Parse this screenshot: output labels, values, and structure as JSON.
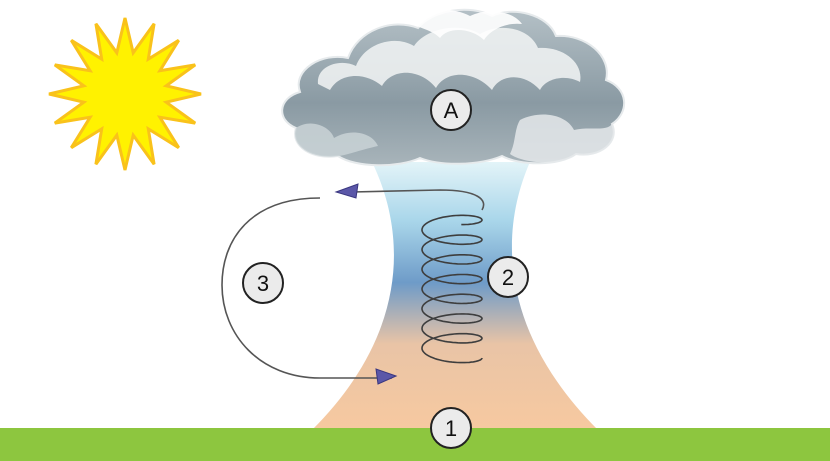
{
  "markers": {
    "cloud": "A",
    "ground": "1",
    "column": "2",
    "loop": "3"
  },
  "icons": [
    "sun-icon",
    "cloud-icon",
    "spiral-vortex-icon",
    "circulation-arrow-icon"
  ],
  "colors": {
    "sun_fill": "#FFF200",
    "sun_stroke": "#F9C21B",
    "ground": "#8DC63F",
    "column_top": "#E3F4F8",
    "column_mid": "#6E9BC8",
    "column_bottom": "#F7C9A0",
    "cloud_dark": "#8E9EA6",
    "cloud_light": "#F2F4F5",
    "arrow_head": "#5B57A8",
    "line": "#444444",
    "marker_fill": "#EBEBEB"
  }
}
